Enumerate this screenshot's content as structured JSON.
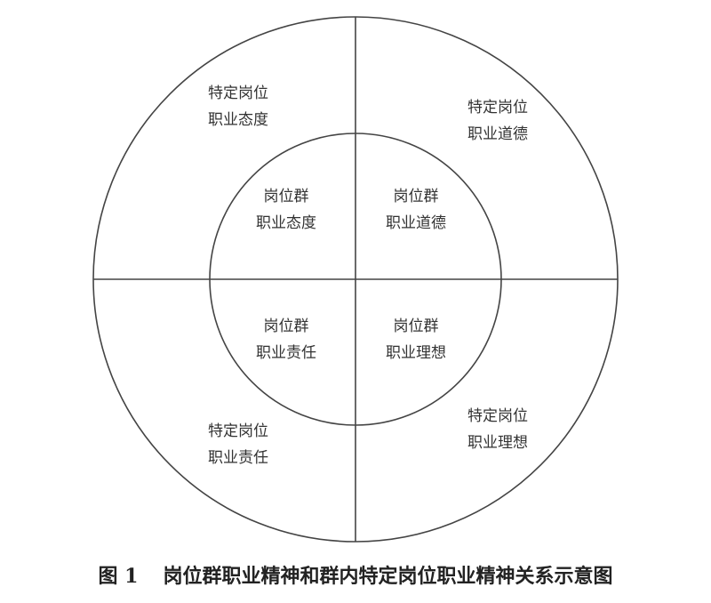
{
  "outer": {
    "top_left": [
      "特定岗位",
      "职业态度"
    ],
    "top_right": [
      "特定岗位",
      "职业道德"
    ],
    "bottom_left": [
      "特定岗位",
      "职业责任"
    ],
    "bottom_right": [
      "特定岗位",
      "职业理想"
    ]
  },
  "inner": {
    "top_left": [
      "岗位群",
      "职业态度"
    ],
    "top_right": [
      "岗位群",
      "职业道德"
    ],
    "bottom_left": [
      "岗位群",
      "职业责任"
    ],
    "bottom_right": [
      "岗位群",
      "职业理想"
    ]
  },
  "caption": {
    "number": "图 1",
    "title": "岗位群职业精神和群内特定岗位职业精神关系示意图"
  },
  "colors": {
    "line": "#444444",
    "text": "#333333"
  }
}
